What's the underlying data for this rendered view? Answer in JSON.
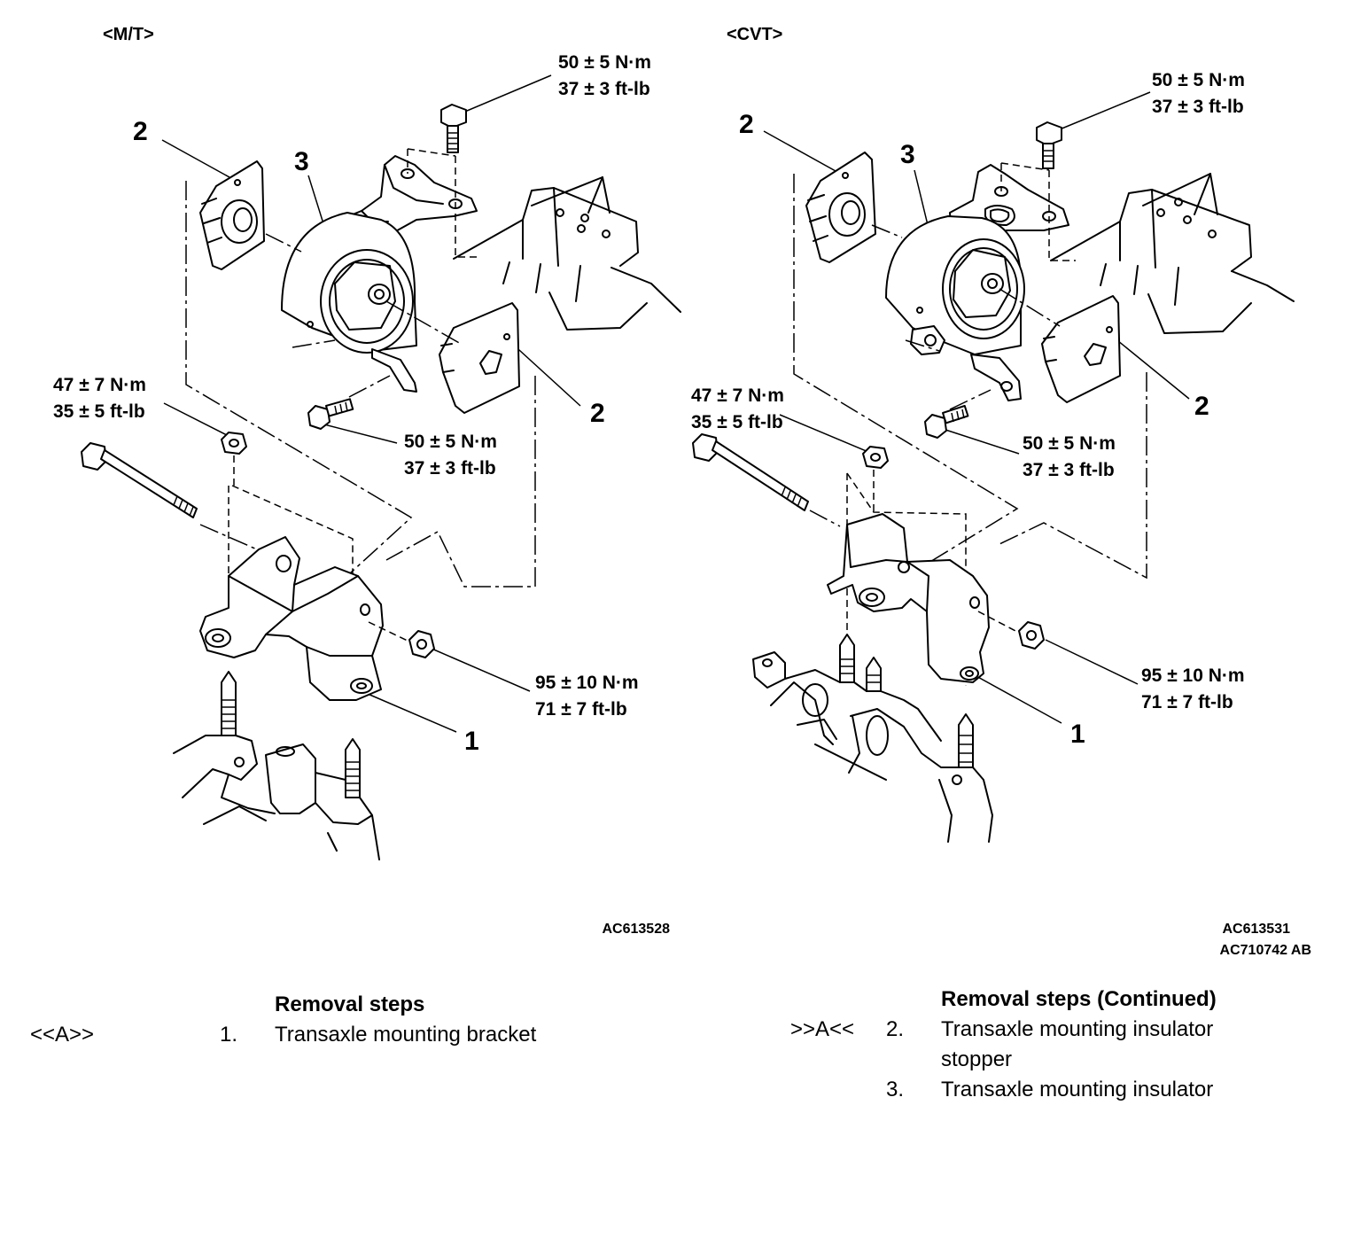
{
  "mt": {
    "variant": "<M/T>",
    "callouts": [
      "2",
      "3",
      "2",
      "1"
    ],
    "torque_top": {
      "nm": "50 ± 5 N·m",
      "ftlb": "37 ± 3 ft-lb"
    },
    "torque_left": {
      "nm": "47 ± 7 N·m",
      "ftlb": "35 ± 5 ft-lb"
    },
    "torque_mid": {
      "nm": "50 ± 5 N·m",
      "ftlb": "37 ± 3 ft-lb"
    },
    "torque_right": {
      "nm": "95 ± 10 N·m",
      "ftlb": "71 ± 7 ft-lb"
    },
    "code": "AC613528"
  },
  "cvt": {
    "variant": "<CVT>",
    "callouts": [
      "2",
      "3",
      "2",
      "1"
    ],
    "torque_top": {
      "nm": "50 ± 5 N·m",
      "ftlb": "37 ± 3 ft-lb"
    },
    "torque_left": {
      "nm": "47 ± 7 N·m",
      "ftlb": "35 ± 5 ft-lb"
    },
    "torque_mid": {
      "nm": "50 ± 5 N·m",
      "ftlb": "37 ± 3 ft-lb"
    },
    "torque_right": {
      "nm": "95 ± 10 N·m",
      "ftlb": "71 ± 7 ft-lb"
    },
    "code": "AC613531",
    "code2": "AC710742 AB"
  },
  "steps_left": {
    "heading": "Removal steps",
    "items": [
      {
        "mark": "<<A>>",
        "num": "1.",
        "text": "Transaxle mounting bracket"
      }
    ]
  },
  "steps_right": {
    "heading": "Removal steps (Continued)",
    "items": [
      {
        "mark": ">>A<<",
        "num": "2.",
        "text": "Transaxle mounting insulator",
        "text2": "stopper"
      },
      {
        "mark": "",
        "num": "3.",
        "text": "Transaxle mounting insulator"
      }
    ]
  }
}
